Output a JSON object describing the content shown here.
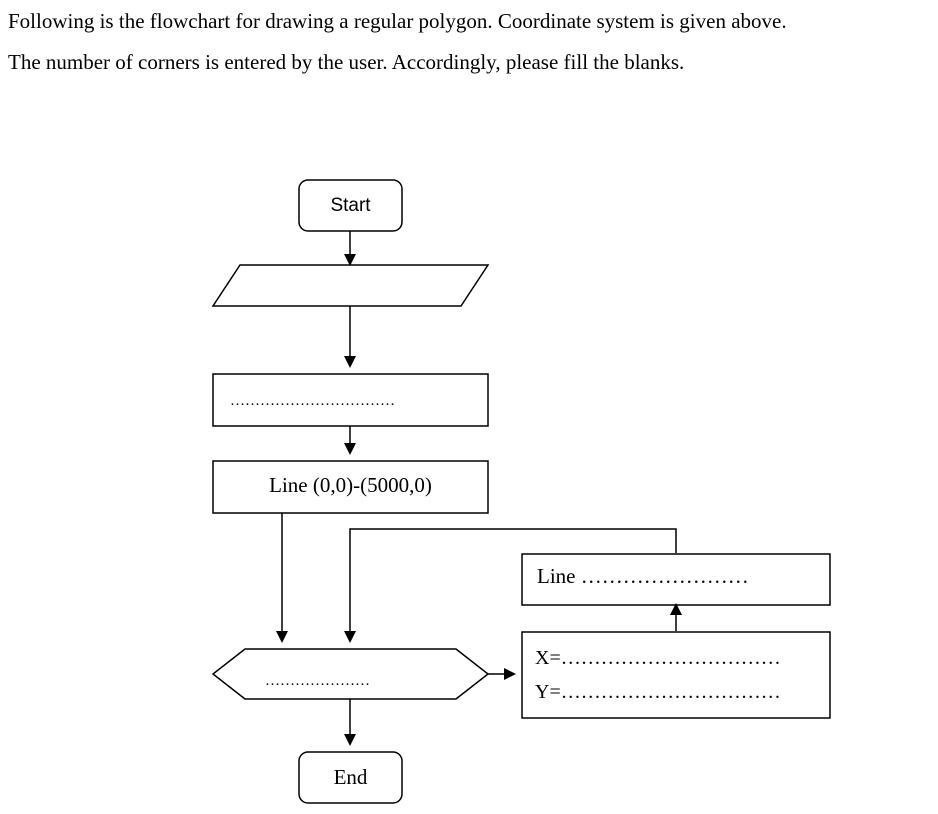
{
  "intro": {
    "line1": "Following is the flowchart for drawing a regular polygon. Coordinate system is given above.",
    "line2": "The number of corners is entered by the user. Accordingly, please fill the blanks."
  },
  "flowchart": {
    "start_label": "Start",
    "process_blank": "……………………………",
    "line_statement": "Line (0,0)-(5000,0)",
    "decision_blank": "…………………",
    "loop_line_label": "Line ……………………",
    "x_assign": "X=……………………………",
    "y_assign": "Y=……………………………",
    "end_label": "End"
  }
}
